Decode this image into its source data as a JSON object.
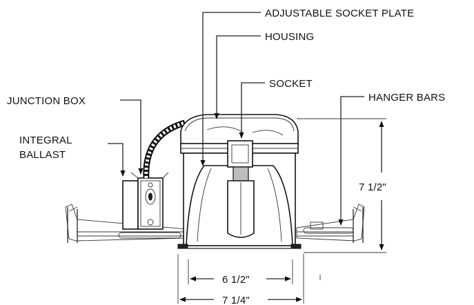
{
  "labels": {
    "adjustable_socket_plate": "ADJUSTABLE SOCKET PLATE",
    "housing": "HOUSING",
    "socket": "SOCKET",
    "junction_box": "JUNCTION BOX",
    "hanger_bars": "HANGER BARS",
    "integral": "INTEGRAL",
    "ballast": "BALLAST"
  },
  "dimensions": {
    "height": "7 1/2\"",
    "aperture_width": "6 1/2\"",
    "overall_width": "7 1/4\""
  }
}
